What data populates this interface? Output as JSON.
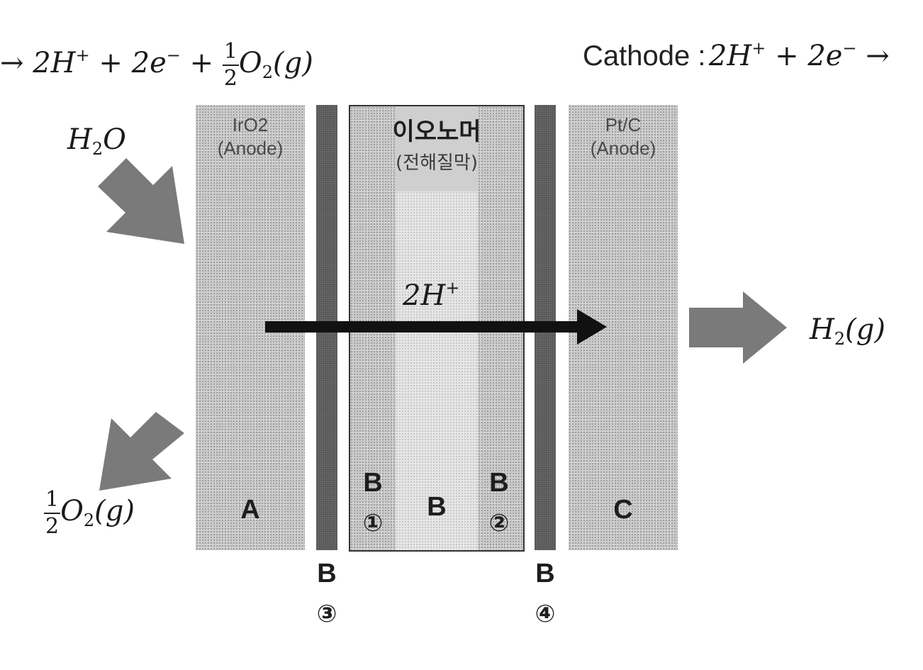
{
  "equations": {
    "anode_partial": {
      "rhs_terms": [
        "→",
        "2H",
        "+",
        "+",
        "2e",
        "−",
        "+",
        "1",
        "2",
        "O",
        "2",
        "(g)"
      ]
    },
    "cathode": {
      "label": "Cathode :",
      "expr": [
        "2H",
        "+",
        "+",
        "2e",
        "−",
        "→"
      ]
    }
  },
  "inputs": {
    "water": {
      "base": "H",
      "sub": "2",
      "tail": "O"
    }
  },
  "outputs": {
    "oxygen": {
      "num": "1",
      "den": "2",
      "base": "O",
      "sub": "2",
      "tail": "(g)"
    },
    "hydrogen": {
      "base": "H",
      "sub": "2",
      "tail": "(g)"
    }
  },
  "layers": {
    "anode": {
      "line1": "IrO2",
      "line2": "(Anode)",
      "letter": "A"
    },
    "ionomer": {
      "line1": "이오노머",
      "line2": "(전해질막)"
    },
    "cathode": {
      "line1": "Pt/C",
      "line2": "(Anode)",
      "letter": "C"
    }
  },
  "markers": {
    "b_center": "B",
    "b1": {
      "letter": "B",
      "num": "①"
    },
    "b2": {
      "letter": "B",
      "num": "②"
    },
    "b3": {
      "letter": "B",
      "num": "③"
    },
    "b4": {
      "letter": "B",
      "num": "④"
    }
  },
  "proton_flow": {
    "coef": "2H",
    "sup": "+"
  },
  "colors": {
    "arrow_gray": "#7a7a7a",
    "arrow_black": "#111111",
    "strip_dark": "#6b6b6b",
    "layer_gray": "#c9c9c9"
  }
}
